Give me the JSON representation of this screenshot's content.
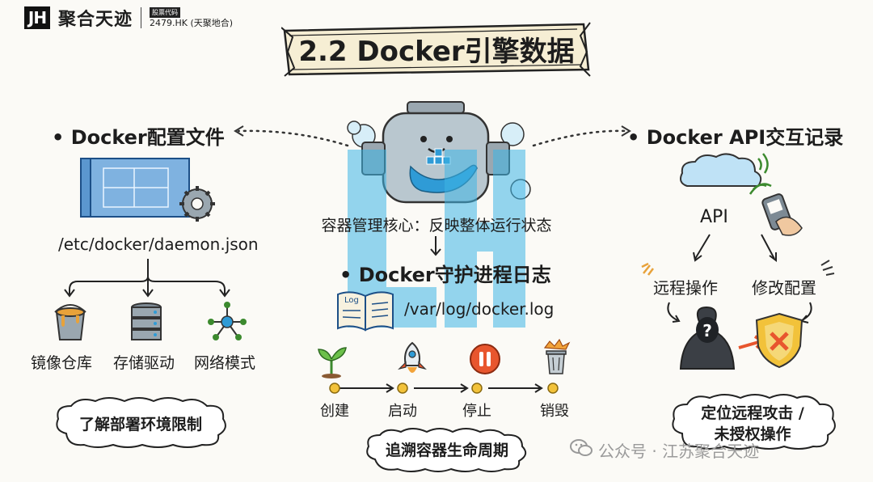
{
  "logo": {
    "mark": "JH",
    "name": "聚合天迹",
    "stock_tag": "股票代码",
    "stock_code": "2479.HK (天聚地合)"
  },
  "title": "2.2 Docker引擎数据",
  "center": {
    "engine_caption": "容器管理核心：反映整体运行状态",
    "log_heading": "• Docker守护进程日志",
    "log_path": "/var/log/docker.log",
    "book_label": "Log",
    "lifecycle": [
      "创建",
      "启动",
      "停止",
      "销毁"
    ],
    "lifecycle_cloud": "追溯容器生命周期"
  },
  "left": {
    "heading": "• Docker配置文件",
    "path": "/etc/docker/daemon.json",
    "items": [
      "镜像仓库",
      "存储驱动",
      "网络模式"
    ],
    "cloud": "了解部署环境限制"
  },
  "right": {
    "heading": "• Docker API交互记录",
    "api_label": "API",
    "branches": [
      "远程操作",
      "修改配置"
    ],
    "cloud_line1": "定位远程攻击 /",
    "cloud_line2": "未授权操作"
  },
  "footer": {
    "wechat": "公众号 · 江苏聚合天迹"
  },
  "colors": {
    "accent_blue": "#2f9bd6",
    "paint_orange": "#e8a23a",
    "stop_red": "#e8562e",
    "dot_yellow": "#f2c23a"
  }
}
